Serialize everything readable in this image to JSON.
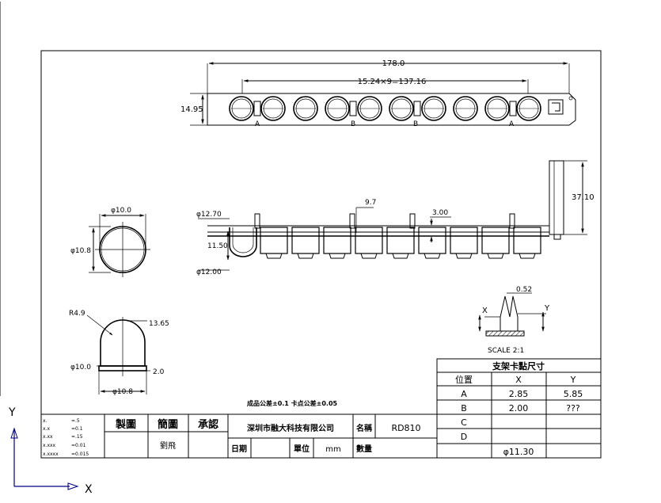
{
  "dimensions": {
    "overall_length": "178.0",
    "pitch_span": "15.24×9=137.16",
    "strip_height": "14.95",
    "stand_height": "37.10",
    "top_dia": "φ12.70",
    "bottom_dia": "φ12.00",
    "cup_height": "11.50",
    "clip_offset": "9.7",
    "clip_gap": "3.00",
    "circle_dia_top": "φ10.0",
    "circle_dia_side": "φ10.8",
    "led_radius": "R4.9",
    "led_height": "13.65",
    "led_dia_base": "φ10.0",
    "led_flange": "2.0",
    "led_dia_flange": "φ10.8",
    "slot_width": "0.52",
    "label_x": "X",
    "label_y": "Y"
  },
  "strip_letters": [
    "A",
    "B",
    "B",
    "A"
  ],
  "scale_label": "SCALE 2:1",
  "tolerance_note": "成品公差±0.1  卡点公差±0.05",
  "tolerance_table": [
    {
      "k": "x.",
      "v": "=.5"
    },
    {
      "k": "x.x",
      "v": "=0.1"
    },
    {
      "k": "x.xx",
      "v": "=.15"
    },
    {
      "k": "x.xxx",
      "v": "=0.01"
    },
    {
      "k": "x.xxxx",
      "v": "=0.015"
    }
  ],
  "title_block": {
    "drawn_label": "製圖",
    "checked_label": "簡圖",
    "approved_label": "承認",
    "drawn_by": "劉飛",
    "company": "深圳市融大科技有限公司",
    "name_label": "名稱",
    "part_name": "RD810",
    "date_label": "日期",
    "unit_label": "單位",
    "unit_value": "mm",
    "qty_label": "數量"
  },
  "pad_table": {
    "title": "支架卡點尺寸",
    "headers": [
      "位置",
      "X",
      "Y"
    ],
    "rows": [
      [
        "A",
        "2.85",
        "5.85"
      ],
      [
        "B",
        "2.00",
        "???"
      ],
      [
        "C",
        "",
        ""
      ],
      [
        "D",
        "",
        ""
      ]
    ],
    "footer": "φ11.30",
    "footer_color": "#22cc22"
  },
  "axes": {
    "x_label": "X",
    "y_label": "Y",
    "axis_color": "#000080"
  }
}
